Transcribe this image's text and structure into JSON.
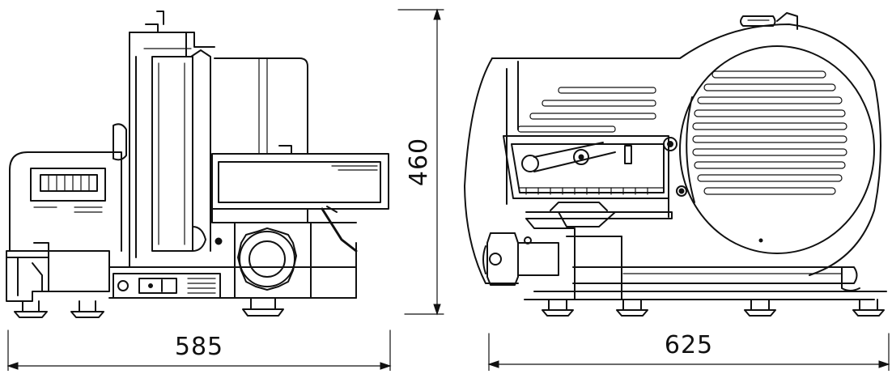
{
  "diagram": {
    "views": [
      {
        "id": "front-view"
      },
      {
        "id": "side-view"
      }
    ],
    "dimensions": {
      "front_width": "585",
      "height": "460",
      "side_width": "625"
    },
    "colors": {
      "line": "#111111",
      "background": "#ffffff"
    }
  }
}
